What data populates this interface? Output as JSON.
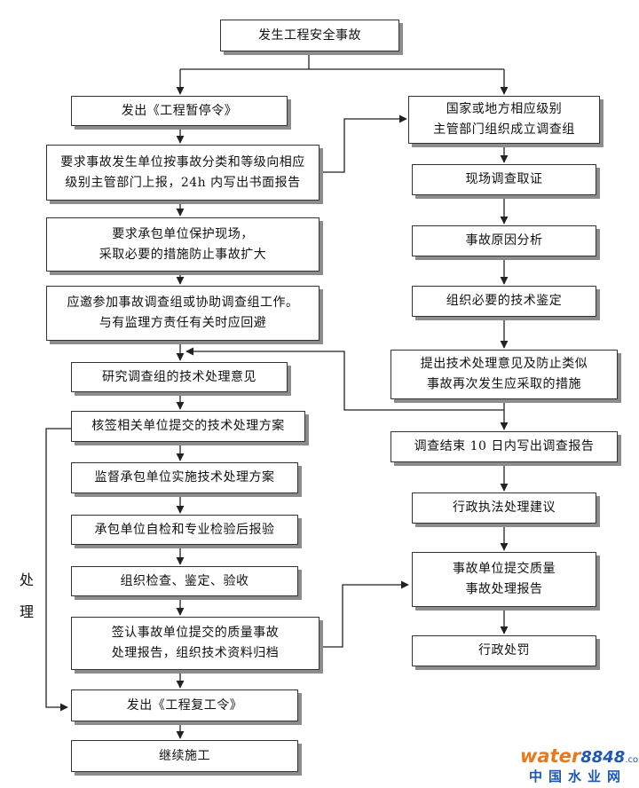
{
  "nodes": {
    "start": "发生工程安全事故",
    "stop_order": "发出《工程暂停令》",
    "report_1": "要求事故发生单位按事故分类和等级向相应",
    "report_2": "级别主管部门上报，24h 内写出书面报告",
    "protect_1": "要求承包单位保护现场，",
    "protect_2": "采取必要的措施防止事故扩大",
    "invite_1": "应邀参加事故调查组或协助调查组工作。",
    "invite_2": "与有监理方责任有关时应回避",
    "study": "研究调查组的技术处理意见",
    "sign_plan": "核签相关单位提交的技术处理方案",
    "supervise": "监督承包单位实施技术处理方案",
    "self_check": "承包单位自检和专业检验后报验",
    "inspect": "组织检查、鉴定、验收",
    "sign_report_1": "签认事故单位提交的质量事故",
    "sign_report_2": "处理报告，组织技术资料归档",
    "resume_order": "发出《工程复工令》",
    "continue": "继续施工",
    "gov_1": "国家或地方相应级别",
    "gov_2": "主管部门组织成立调查组",
    "onsite": "现场调查取证",
    "cause": "事故原因分析",
    "appraisal": "组织必要的技术鉴定",
    "propose_1": "提出技术处理意见及防止类似",
    "propose_2": "事故再次发生应采取的措施",
    "final_report": "调查结束 10 日内写出调查报告",
    "admin_advice": "行政执法处理建议",
    "quality_report_1": "事故单位提交质量",
    "quality_report_2": "事故处理报告",
    "penalty": "行政处罚"
  },
  "side_label": {
    "char_1": "处",
    "char_2": "理"
  },
  "watermark": {
    "brand_word": "water",
    "brand_number": "8848",
    "brand_suffix": ".com",
    "tagline": "中国水业网"
  },
  "colors": {
    "border": "#333333",
    "shadow": "#8c8c8c",
    "logo_orange": "#e87a1b",
    "logo_blue": "#1d58b5"
  }
}
